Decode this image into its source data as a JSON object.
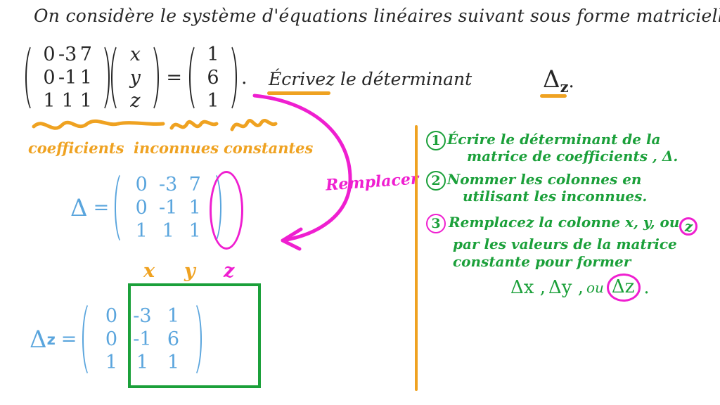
{
  "title": "On considère le système d'équations linéaires suivant sous forme matricielle :",
  "system": {
    "coefficients": [
      [
        "0",
        "-3",
        "7"
      ],
      [
        "0",
        "-1",
        "1"
      ],
      [
        "1",
        "1",
        "1"
      ]
    ],
    "unknowns": [
      [
        "x"
      ],
      [
        "y"
      ],
      [
        "z"
      ]
    ],
    "constants": [
      [
        "1"
      ],
      [
        "6"
      ],
      [
        "1"
      ]
    ],
    "equals": "=",
    "period": ".",
    "prompt_verb": "Écrivez",
    "prompt_rest": "le déterminant",
    "prompt_symbol": "Δ",
    "prompt_subscript": "z",
    "prompt_period": "."
  },
  "labels": {
    "coefficients": "coefficients",
    "unknowns": "inconnues",
    "constants": "constantes"
  },
  "delta": {
    "symbol": "Δ",
    "equals": "=",
    "matrix": [
      [
        "0",
        "-3",
        "7"
      ],
      [
        "0",
        "-1",
        "1"
      ],
      [
        "1",
        "1",
        "1"
      ]
    ],
    "highlighted_column_index": 2,
    "annotation": "Remplacer"
  },
  "delta_z": {
    "symbol": "Δ",
    "subscript": "z",
    "equals": "=",
    "column_heads": [
      "x",
      "y",
      "z"
    ],
    "matrix": [
      [
        "0",
        "-3",
        "1"
      ],
      [
        "0",
        "-1",
        "6"
      ],
      [
        "1",
        "1",
        "1"
      ]
    ]
  },
  "steps": [
    {
      "number": "1",
      "badge_color": "#1ba03a",
      "line1": "Écrire le déterminant de la",
      "line2": "matrice de coefficients , Δ."
    },
    {
      "number": "2",
      "badge_color": "#1ba03a",
      "line1": "Nommer les colonnes en",
      "line2": "utilisant les inconnues."
    },
    {
      "number": "3",
      "badge_color": "#ef1fd0",
      "line1": "Remplacez la colonne x, y, ou",
      "line1_circled": "z",
      "line2": "par les valeurs de la matrice",
      "line3": "constante pour former",
      "result_a": "Δx ,",
      "result_b": "Δy ,",
      "result_c": "ou",
      "result_circled": "Δz",
      "result_period": "."
    }
  ],
  "colors": {
    "black": "#262626",
    "blue": "#5aa5dd",
    "orange": "#efa221",
    "green": "#1ba03a",
    "magenta": "#ef1fd0"
  }
}
